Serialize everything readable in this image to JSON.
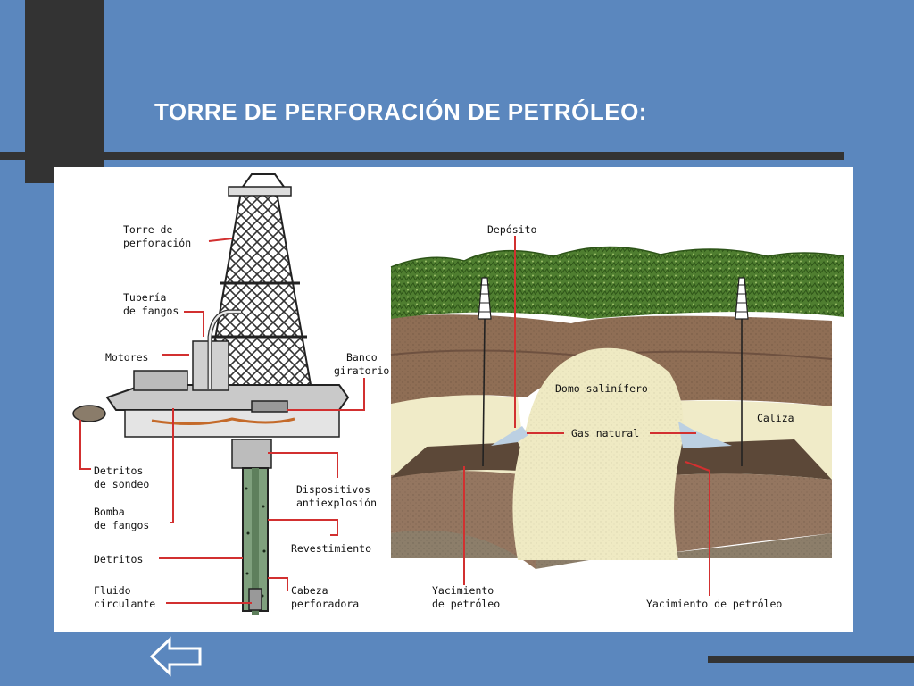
{
  "slide": {
    "title": "TORRE DE PERFORACIÓN DE PETRÓLEO:",
    "back_arrow_icon": "left-arrow-icon",
    "colors": {
      "background": "#5b87be",
      "dark_bar": "#333333",
      "label_line": "#d23030",
      "vegetation": "#4a7a2a",
      "soil": "#8a6b52",
      "salt": "#f0ebc4",
      "gas": "#b9cde0",
      "oil": "#5a4636"
    }
  },
  "labels": {
    "torre": [
      "Torre de",
      "perforación"
    ],
    "tuberia": [
      "Tubería",
      "de fangos"
    ],
    "motores": "Motores",
    "banco": [
      "Banco",
      "giratorio"
    ],
    "detritos_sondeo": [
      "Detritos",
      "de sondeo"
    ],
    "dispositivos": [
      "Dispositivos",
      "antiexplosión"
    ],
    "bomba": [
      "Bomba",
      "de fangos"
    ],
    "revestimiento": "Revestimiento",
    "detritos": "Detritos",
    "fluido": [
      "Fluido",
      "circulante"
    ],
    "cabeza": [
      "Cabeza",
      "perforadora"
    ],
    "deposito": "Depósito",
    "domo": "Domo salinífero",
    "gas": "Gas natural",
    "caliza": "Caliza",
    "yac_left": [
      "Yacimiento",
      "de petróleo"
    ],
    "yac_right": "Yacimiento de petróleo"
  }
}
